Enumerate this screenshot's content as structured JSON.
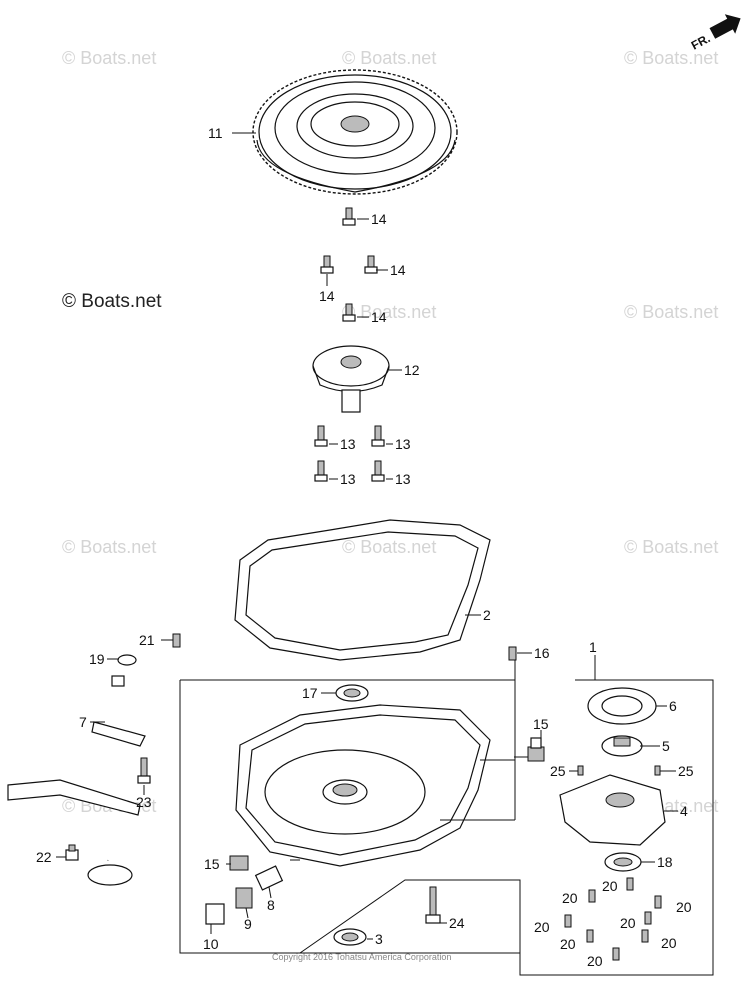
{
  "direction_marker": "FR.",
  "watermark_text": "© Boats.net",
  "copyright_text": "© Boats.net",
  "footer_text": "Copyright 2016 Tohatsu America Corporation",
  "callouts": {
    "c1": "1",
    "c2": "2",
    "c3": "3",
    "c4": "4",
    "c5": "5",
    "c6": "6",
    "c7": "7",
    "c8": "8",
    "c9": "9",
    "c10": "10",
    "c11": "11",
    "c12": "12",
    "c13a": "13",
    "c13b": "13",
    "c13c": "13",
    "c13d": "13",
    "c14a": "14",
    "c14b": "14",
    "c14c": "14",
    "c14d": "14",
    "c15a": "15",
    "c15b": "15",
    "c16": "16",
    "c17": "17",
    "c18": "18",
    "c19": "19",
    "c20a": "20",
    "c20b": "20",
    "c20c": "20",
    "c20d": "20",
    "c20e": "20",
    "c20f": "20",
    "c20g": "20",
    "c20h": "20",
    "c21": "21",
    "c22": "22",
    "c23": "23",
    "c24": "24",
    "c25a": "25",
    "c25b": "25"
  },
  "colors": {
    "line": "#111111",
    "watermark": "#d4d4d4",
    "fill": "#ffffff"
  }
}
